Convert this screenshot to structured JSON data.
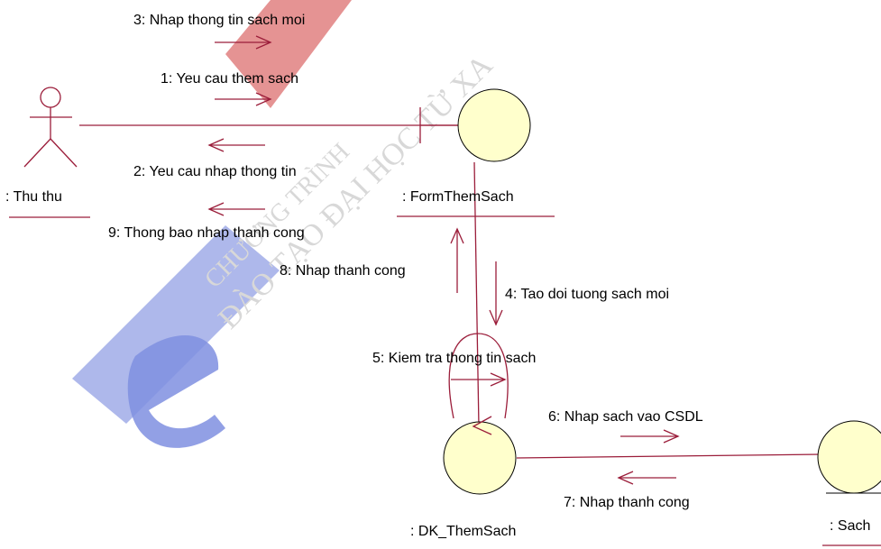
{
  "diagram": {
    "colors": {
      "line": "#9b1d3a",
      "object_fill": "#ffffcc",
      "object_stroke": "#000000",
      "watermark_red": "#e08080",
      "watermark_blue": "#9aa6e6",
      "watermark_text": "#d8d8d8"
    },
    "actors": [
      {
        "id": "thu-thu",
        "label": ": Thu thu"
      }
    ],
    "objects": [
      {
        "id": "form-them-sach",
        "label": ": FormThemSach",
        "kind": "boundary"
      },
      {
        "id": "dk-them-sach",
        "label": ": DK_ThemSach",
        "kind": "control"
      },
      {
        "id": "sach",
        "label": ": Sach",
        "kind": "entity"
      }
    ],
    "messages": [
      {
        "id": "m1",
        "label": "1: Yeu cau them sach"
      },
      {
        "id": "m2",
        "label": "2: Yeu cau nhap thong tin"
      },
      {
        "id": "m3",
        "label": "3: Nhap thong tin sach moi"
      },
      {
        "id": "m4",
        "label": "4: Tao doi tuong sach moi"
      },
      {
        "id": "m5",
        "label": "5: Kiem tra thong tin sach"
      },
      {
        "id": "m6",
        "label": "6: Nhap sach vao CSDL"
      },
      {
        "id": "m7",
        "label": "7: Nhap thanh cong"
      },
      {
        "id": "m8",
        "label": "8: Nhap thanh cong"
      },
      {
        "id": "m9",
        "label": "9: Thong bao nhap thanh cong"
      }
    ],
    "watermark": {
      "text_upper": "CHƯƠNG TRÌNH",
      "text_lower": "ĐÀO TẠO ĐẠI HỌC TỪ XA",
      "logo_letter": "e"
    }
  }
}
